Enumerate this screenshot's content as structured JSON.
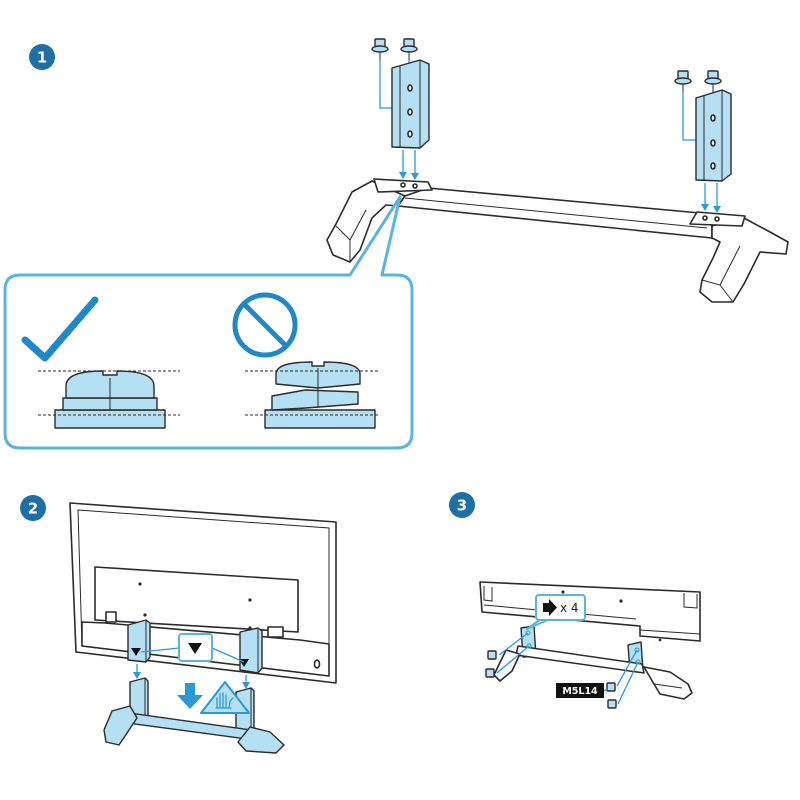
{
  "steps": [
    {
      "number": "1"
    },
    {
      "number": "2"
    },
    {
      "number": "3"
    }
  ],
  "step3": {
    "callout_count": "x 4",
    "screw_label": "M5L14"
  },
  "icons": {
    "correct": "checkmark-icon",
    "incorrect": "prohibited-icon",
    "caution": "caution-hand-icon",
    "screw_in": "screw-arrow-icon",
    "marker": "down-triangle-icon"
  },
  "colors": {
    "badge": "#1d6fa5",
    "accent": "#2a9ad6",
    "callout_border": "#5ab4df",
    "part_fill": "#b5dff2",
    "outline": "#2b2b2b"
  }
}
